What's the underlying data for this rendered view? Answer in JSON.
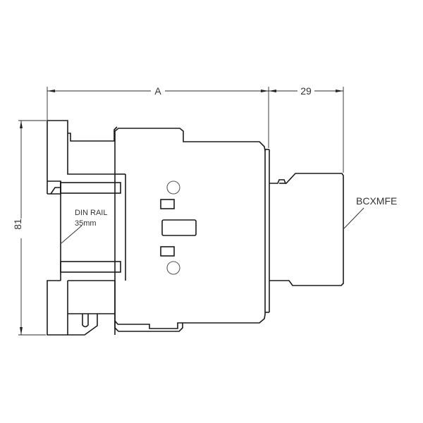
{
  "drawing": {
    "dimensions": {
      "width_label": "A",
      "extension_label": "29",
      "height_label": "81"
    },
    "annotations": {
      "din_rail_line1": "DIN RAIL",
      "din_rail_line2": "35mm",
      "accessory_label": "BCXMFE"
    },
    "colors": {
      "line": "#1a1a1a",
      "background": "#ffffff",
      "text": "#333333"
    }
  }
}
